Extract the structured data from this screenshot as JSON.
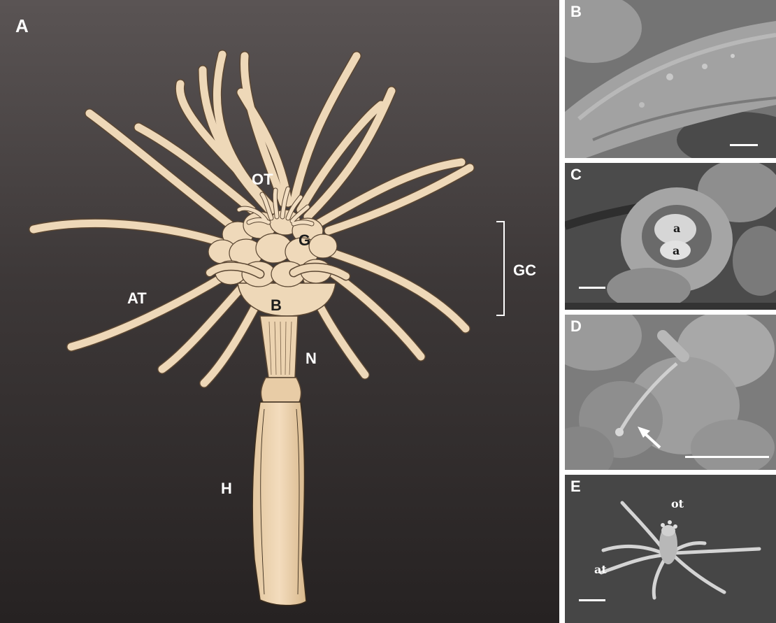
{
  "panels": [
    {
      "id": "A",
      "label": "A"
    },
    {
      "id": "B",
      "label": "B"
    },
    {
      "id": "C",
      "label": "C"
    },
    {
      "id": "D",
      "label": "D"
    },
    {
      "id": "E",
      "label": "E"
    }
  ],
  "diagram_labels": {
    "ot": "OT",
    "g": "G",
    "at": "AT",
    "b": "B",
    "n": "N",
    "h": "H",
    "gc": "GC"
  },
  "micrograph_labels": {
    "c_a1": "a",
    "c_a2": "a",
    "e_ot": "ot",
    "e_at": "at"
  },
  "colors": {
    "background_top": "#5a5454",
    "background_bottom": "#262222",
    "polyp_body": "#eed8b8",
    "polyp_outline": "#5a4632",
    "label": "#ffffff"
  }
}
